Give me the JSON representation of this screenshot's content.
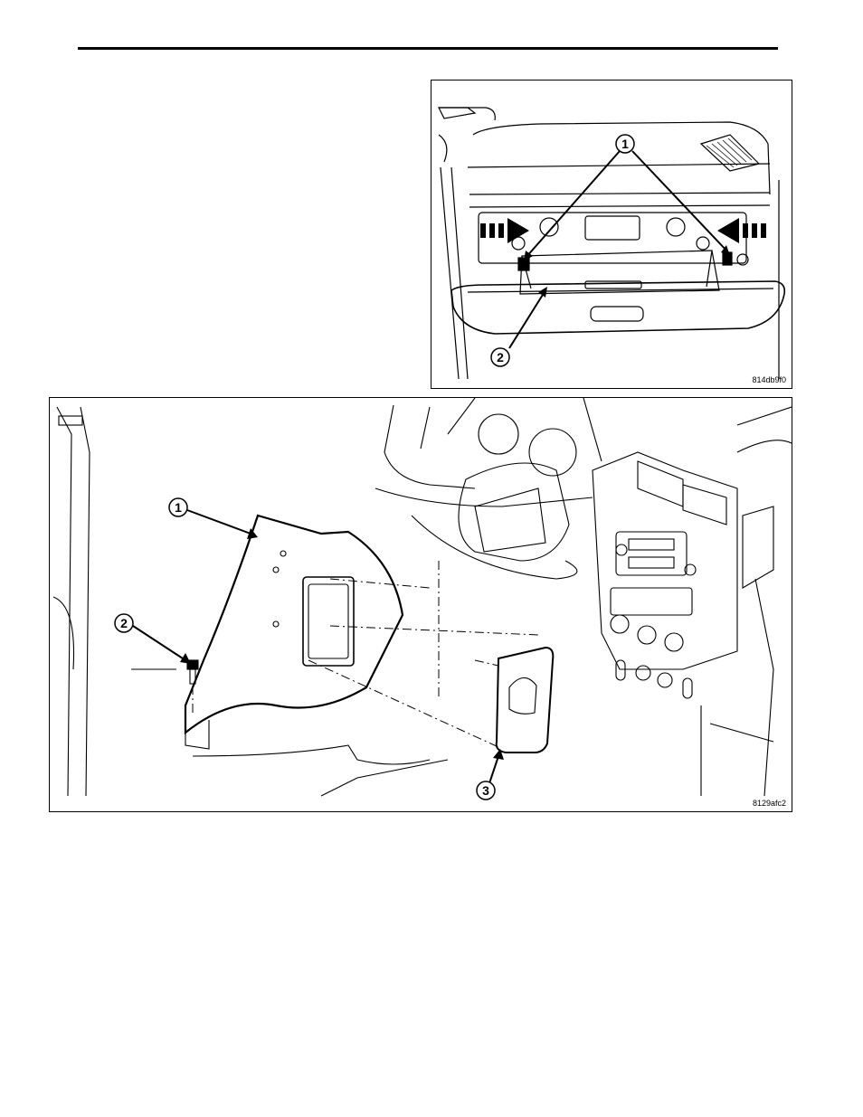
{
  "figure_top": {
    "id_code": "814db9f0",
    "callouts": [
      "1",
      "2"
    ]
  },
  "figure_bottom": {
    "id_code": "8129afc2",
    "callouts": [
      "1",
      "2",
      "3"
    ]
  }
}
